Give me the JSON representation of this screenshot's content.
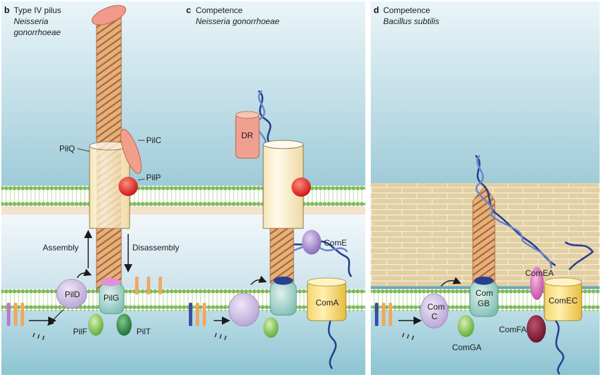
{
  "panels": {
    "b": {
      "letter": "b",
      "title": "Type IV pilus",
      "organism_line1": "Neisseria",
      "organism_line2": "gonorrhoeae",
      "labels": {
        "pilq": "PilQ",
        "pilc": "PilC",
        "pilp": "PilP",
        "assembly": "Assembly",
        "disassembly": "Disassembly",
        "pild": "PilD",
        "pilg": "PilG",
        "pilf": "PilF",
        "pilt": "PilT"
      }
    },
    "c": {
      "letter": "c",
      "title": "Competence",
      "organism": "Neisseria gonorrhoeae",
      "labels": {
        "dr": "DR",
        "come": "ComE",
        "coma": "ComA"
      }
    },
    "d": {
      "letter": "d",
      "title": "Competence",
      "organism": "Bacillus subtilis",
      "labels": {
        "comc_1": "Com",
        "comc_2": "C",
        "comgb_1": "Com",
        "comgb_2": "GB",
        "comga": "ComGA",
        "comea": "ComEA",
        "comec": "ComEC",
        "comfa": "ComFA"
      }
    }
  },
  "colors": {
    "outside": "#5f9fb4",
    "periplasm": "#d5e9f2",
    "cytoplasm": "#a9d5e0",
    "membrane_bead": "#8fc46a",
    "cell_wall": "#dcc8a0",
    "pilus": "#d9a16a",
    "secretin": "#fff3d0",
    "pilc": "#f0a08a",
    "pilp": "#e01c1c",
    "pild": "#c8b4e0",
    "pilg": "#8cc8c0",
    "pilf": "#7cc040",
    "pilt": "#2c8c40",
    "coma": "#f0d060",
    "come": "#9a7cc4",
    "comea": "#d060b0",
    "comfa": "#7a1830",
    "dna": "#283c90"
  }
}
